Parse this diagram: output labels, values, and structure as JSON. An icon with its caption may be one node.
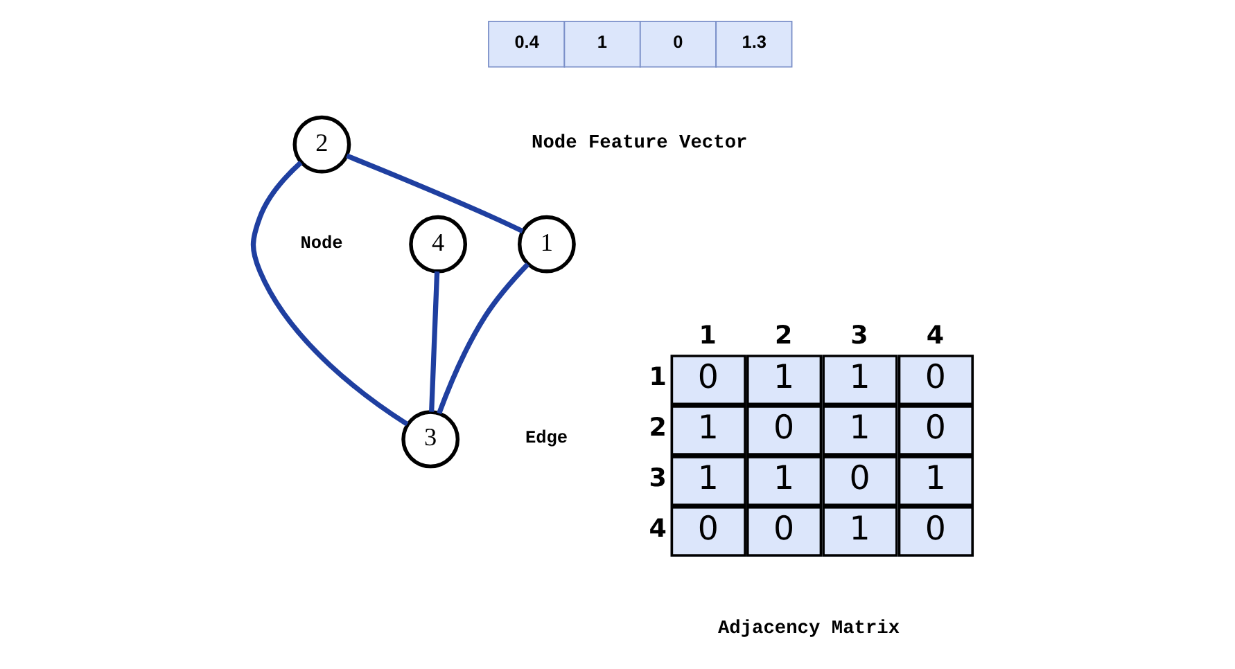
{
  "diagram": {
    "nodes": [
      {
        "text": [
          "1"
        ]
      },
      {
        "text": [
          "2"
        ]
      },
      {
        "text": [
          "3"
        ]
      },
      {
        "text": [
          "4"
        ]
      }
    ],
    "edges": [
      {
        "from": 1,
        "to": 0,
        "arrow": "none"
      },
      {
        "from": 0,
        "to": 2,
        "arrow": "none"
      },
      {
        "from": 1,
        "to": 2,
        "arrow": "none"
      },
      {
        "from": 3,
        "to": 2,
        "arrow": "none"
      }
    ],
    "labels": [
      "0.4",
      "1",
      "0",
      "1.3",
      "Node Feature Vector",
      "Edge",
      "Node",
      "1",
      "2",
      "3",
      "4",
      "1",
      "0",
      "1",
      "1",
      "0",
      "2",
      "1",
      "0",
      "1",
      "0",
      "3",
      "1",
      "1",
      "0",
      "1",
      "4",
      "0",
      "0",
      "1",
      "0",
      "Adjacency Matrix"
    ]
  }
}
